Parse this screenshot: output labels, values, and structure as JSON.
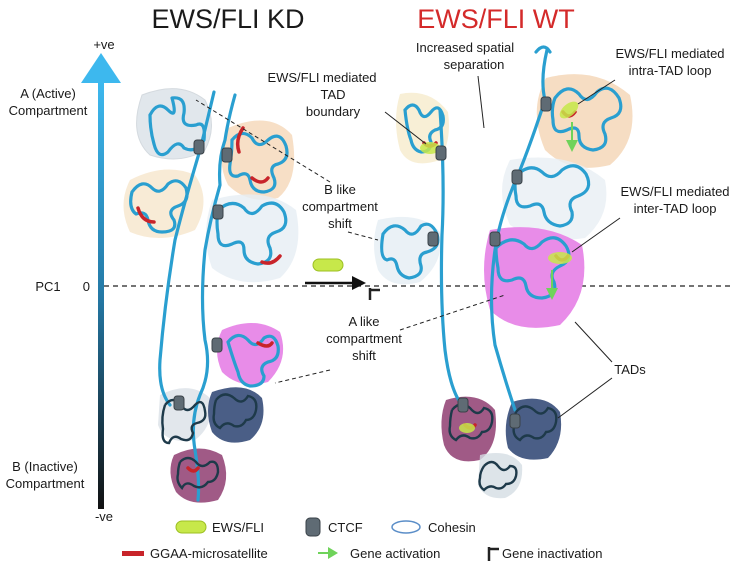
{
  "titles": {
    "left": "EWS/FLI KD",
    "right": "EWS/FLI WT"
  },
  "axis": {
    "top": "+ve",
    "bottom": "-ve",
    "a_line1": "A (Active)",
    "a_line2": "Compartment",
    "b_line1": "B (Inactive)",
    "b_line2": "Compartment",
    "pc1": "PC1",
    "zero": "0"
  },
  "annotations": {
    "tad_boundary": [
      "EWS/FLI mediated",
      "TAD",
      "boundary"
    ],
    "increased_sep": [
      "Increased spatial",
      "separation"
    ],
    "intra_loop": [
      "EWS/FLI mediated",
      "intra-TAD loop"
    ],
    "inter_loop": [
      "EWS/FLI mediated",
      "inter-TAD loop"
    ],
    "b_shift": [
      "B like",
      "compartment",
      "shift"
    ],
    "a_shift": [
      "A like",
      "compartment",
      "shift"
    ],
    "tads": "TADs"
  },
  "legend": {
    "ewsfli": "EWS/FLI",
    "ctcf": "CTCF",
    "cohesin": "Cohesin",
    "ggaa": "GGAA-microsatellite",
    "activation": "Gene activation",
    "inactivation": "Gene inactivation"
  },
  "colors": {
    "chromatin": "#2a9fd0",
    "title_right": "#d42a2a",
    "ewsfli": "#c7e84a",
    "ctcf": "#5f6b74",
    "ggaa": "#c8242a",
    "activation": "#6fd35a",
    "tad_pink": "#e88ce8",
    "tad_peach": "#f5d7b8",
    "tad_navy": "#4a5e86",
    "tad_grey": "#d5dde4"
  }
}
